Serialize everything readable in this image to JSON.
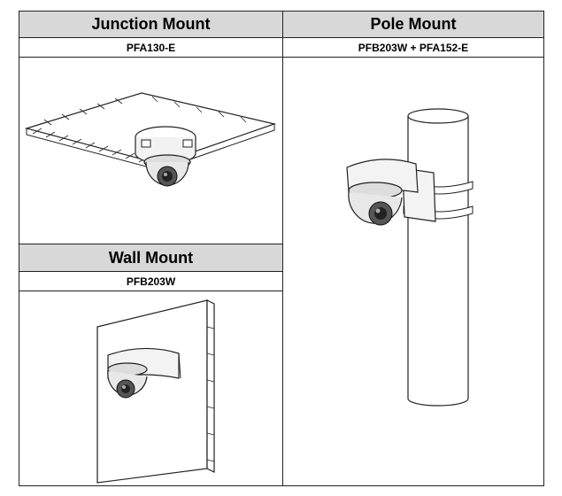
{
  "mounts": {
    "junction": {
      "title": "Junction Mount",
      "model": "PFA130-E",
      "illustration": "ceiling-dome-camera"
    },
    "pole": {
      "title": "Pole Mount",
      "model": "PFB203W + PFA152-E",
      "illustration": "pole-dome-camera"
    },
    "wall": {
      "title": "Wall Mount",
      "model": "PFB203W",
      "illustration": "wall-dome-camera"
    }
  },
  "colors": {
    "header_bg": "#d8d8d8",
    "line": "#222222"
  }
}
